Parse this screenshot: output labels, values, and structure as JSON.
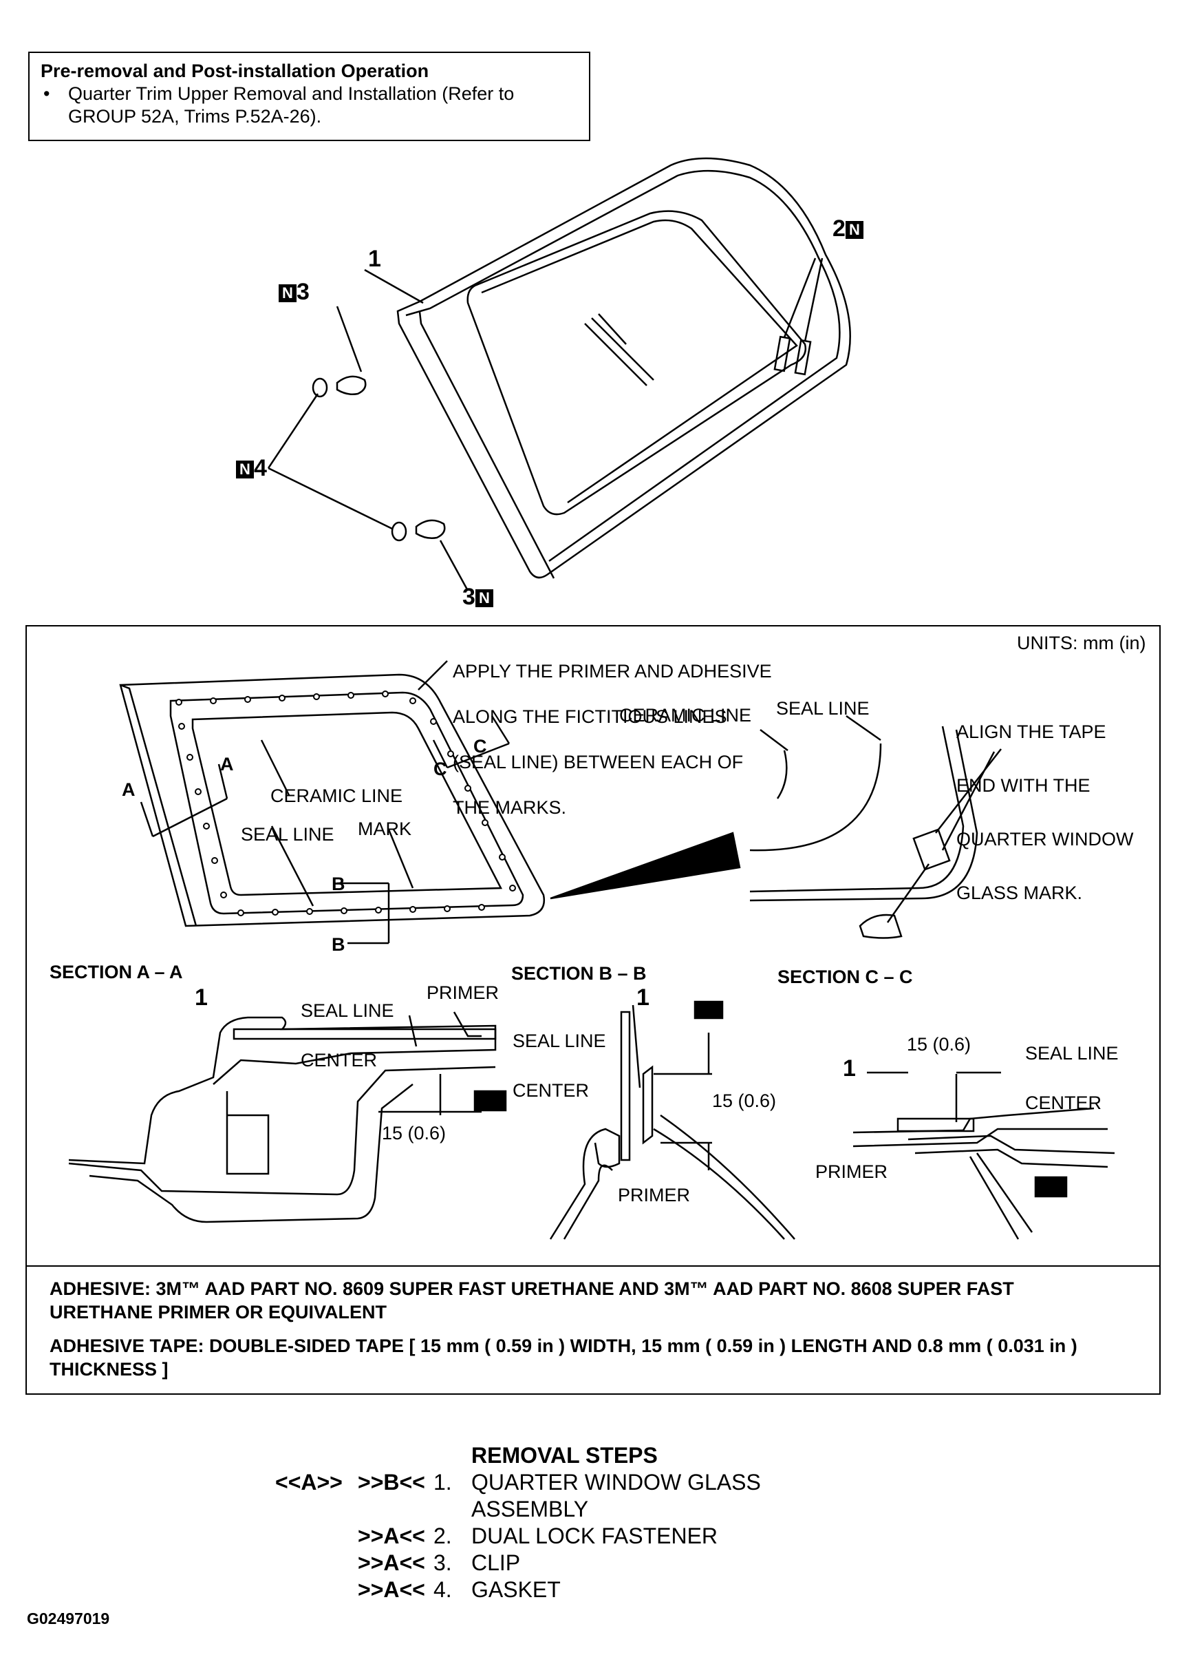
{
  "pre_box": {
    "title": "Pre-removal and Post-installation Operation",
    "bullet_line1": "Quarter Trim Upper Removal and Installation (Refer to",
    "bullet_line2": "GROUP 52A, Trims P.52A-26)."
  },
  "exploded": {
    "callout_1": "1",
    "callout_2": "2",
    "callout_3_top": "3",
    "callout_4": "4",
    "callout_3_bottom": "3",
    "n_badge": "N"
  },
  "detail": {
    "apply_note_1": "APPLY THE PRIMER AND ADHESIVE",
    "apply_note_2": "ALONG THE FICTITIOUS LINES",
    "apply_note_3": "(SEAL LINE) BETWEEN EACH OF",
    "apply_note_4": "THE MARKS.",
    "units": "UNITS: mm (in)",
    "ceramic_line_left": "CERAMIC LINE",
    "seal_line_left": "SEAL LINE",
    "mark": "MARK",
    "ceramic_line_right": "CERAMIC LINE",
    "seal_line_right": "SEAL LINE",
    "align_1": "ALIGN THE TAPE",
    "align_2": "END WITH THE",
    "align_3": "QUARTER WINDOW",
    "align_4": "GLASS MARK.",
    "label_a": "A",
    "label_b": "B",
    "label_c": "C"
  },
  "sections": {
    "aa_title": "SECTION A – A",
    "bb_title": "SECTION B – B",
    "cc_title": "SECTION C – C",
    "seal_line": "SEAL LINE",
    "center": "CENTER",
    "primer": "PRIMER",
    "dim": "15 (0.6)",
    "one": "1"
  },
  "notes": {
    "adhesive_1": "ADHESIVE: 3M™ AAD PART NO. 8609 SUPER FAST URETHANE AND 3M™ AAD PART NO. 8608 SUPER FAST",
    "adhesive_2": "URETHANE PRIMER OR EQUIVALENT",
    "tape_1": "ADHESIVE TAPE: DOUBLE-SIDED TAPE [ 15 mm ( 0.59 in ) WIDTH, 15 mm ( 0.59 in ) LENGTH AND 0.8 mm ( 0.031 in )",
    "tape_2": "THICKNESS ]"
  },
  "removal_steps": {
    "title": "REMOVAL STEPS",
    "steps": [
      {
        "ref1": "<<A>>",
        "ref2": ">>B<<",
        "num": "1.",
        "label": "QUARTER WINDOW GLASS"
      },
      {
        "ref1": "",
        "ref2": "",
        "num": "",
        "label": "ASSEMBLY"
      },
      {
        "ref1": "",
        "ref2": ">>A<<",
        "num": "2.",
        "label": "DUAL LOCK FASTENER"
      },
      {
        "ref1": "",
        "ref2": ">>A<<",
        "num": "3.",
        "label": "CLIP"
      },
      {
        "ref1": "",
        "ref2": ">>A<<",
        "num": "4.",
        "label": "GASKET"
      }
    ]
  },
  "figure_id": "G02497019"
}
